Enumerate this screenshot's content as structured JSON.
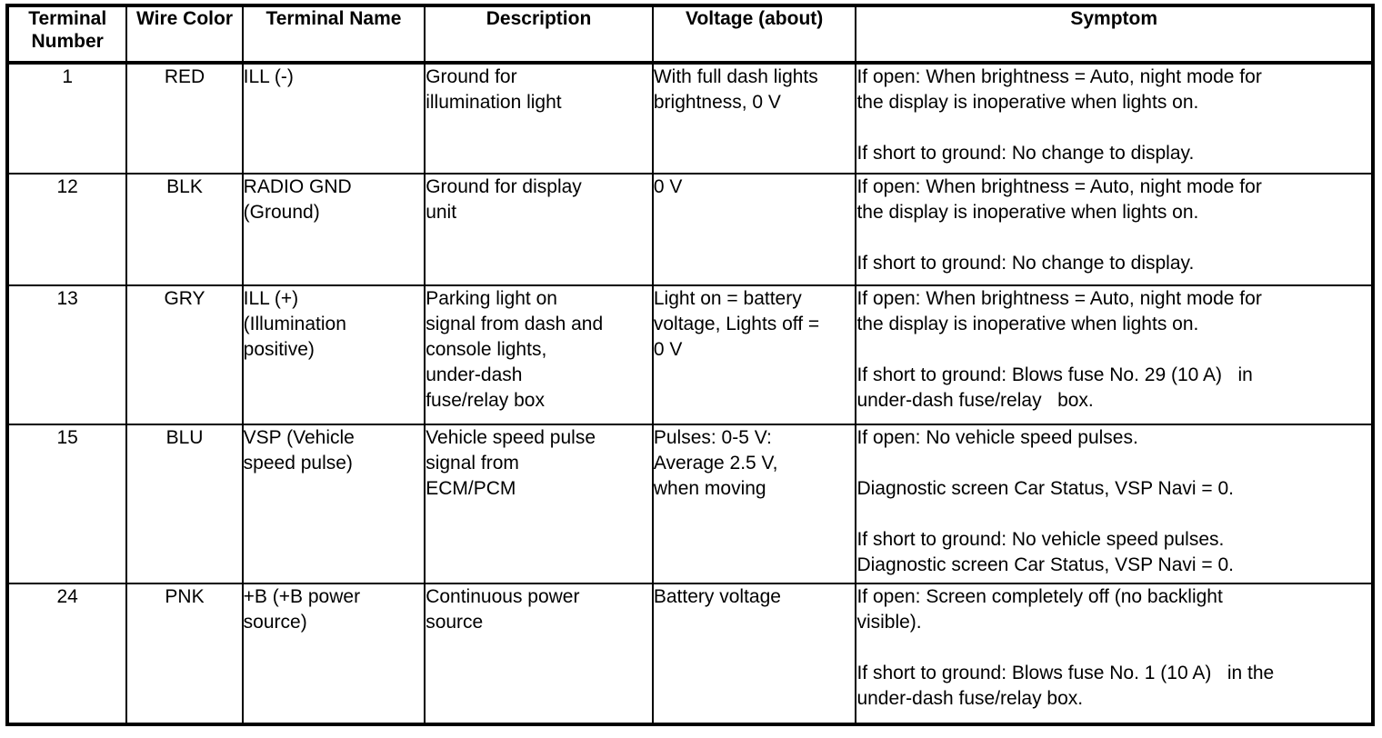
{
  "table": {
    "headers": [
      {
        "id": "terminal-number",
        "label": "Terminal\nNumber"
      },
      {
        "id": "wire-color",
        "label": "Wire\nColor"
      },
      {
        "id": "terminal-name",
        "label": "Terminal Name"
      },
      {
        "id": "description",
        "label": "Description"
      },
      {
        "id": "voltage",
        "label": "Voltage (about)"
      },
      {
        "id": "symptom",
        "label": "Symptom"
      }
    ],
    "rows": [
      {
        "terminal_number": "1",
        "wire_color": "RED",
        "terminal_name": "ILL (-)",
        "description": "Ground for\nillumination light",
        "voltage": "With full dash lights\nbrightness, 0 V",
        "symptom": "If open: When brightness = Auto, night mode for\nthe display is inoperative when lights on.\n\nIf short to ground: No change to display."
      },
      {
        "terminal_number": "12",
        "wire_color": "BLK",
        "terminal_name": "RADIO GND\n(Ground)",
        "description": "Ground for display\nunit",
        "voltage": "0 V",
        "symptom": "If open: When brightness = Auto, night mode for\nthe display is inoperative when lights on.\n\nIf short to ground: No change to display."
      },
      {
        "terminal_number": "13",
        "wire_color": "GRY",
        "terminal_name": "ILL (+)\n(Illumination\npositive)",
        "description": "Parking light on\nsignal from dash and\nconsole lights,\nunder-dash\nfuse/relay box",
        "voltage": "Light on = battery\nvoltage, Lights off =\n0 V",
        "symptom": "If open: When brightness = Auto, night mode for\nthe display is inoperative when lights on.\n\nIf short to ground: Blows fuse No. 29 (10 A)   in\nunder-dash fuse/relay   box."
      },
      {
        "terminal_number": "15",
        "wire_color": "BLU",
        "terminal_name": "VSP (Vehicle\nspeed pulse)",
        "description": "Vehicle speed pulse\nsignal from\nECM/PCM",
        "voltage": "Pulses: 0-5 V:\nAverage 2.5 V,\nwhen moving",
        "symptom": "If open: No vehicle speed pulses.\n\nDiagnostic screen Car Status, VSP Navi = 0.\n\nIf short to ground: No vehicle speed pulses.\nDiagnostic screen Car Status, VSP Navi = 0."
      },
      {
        "terminal_number": "24",
        "wire_color": "PNK",
        "terminal_name": "+B (+B power\nsource)",
        "description": "Continuous power\nsource",
        "voltage": "Battery voltage",
        "symptom": "If open: Screen completely off (no backlight\nvisible).\n\nIf short to ground: Blows fuse No. 1 (10 A)   in the\nunder-dash fuse/relay box."
      }
    ]
  },
  "colors": {
    "border": "#000000",
    "text": "#000000",
    "background": "#ffffff"
  }
}
